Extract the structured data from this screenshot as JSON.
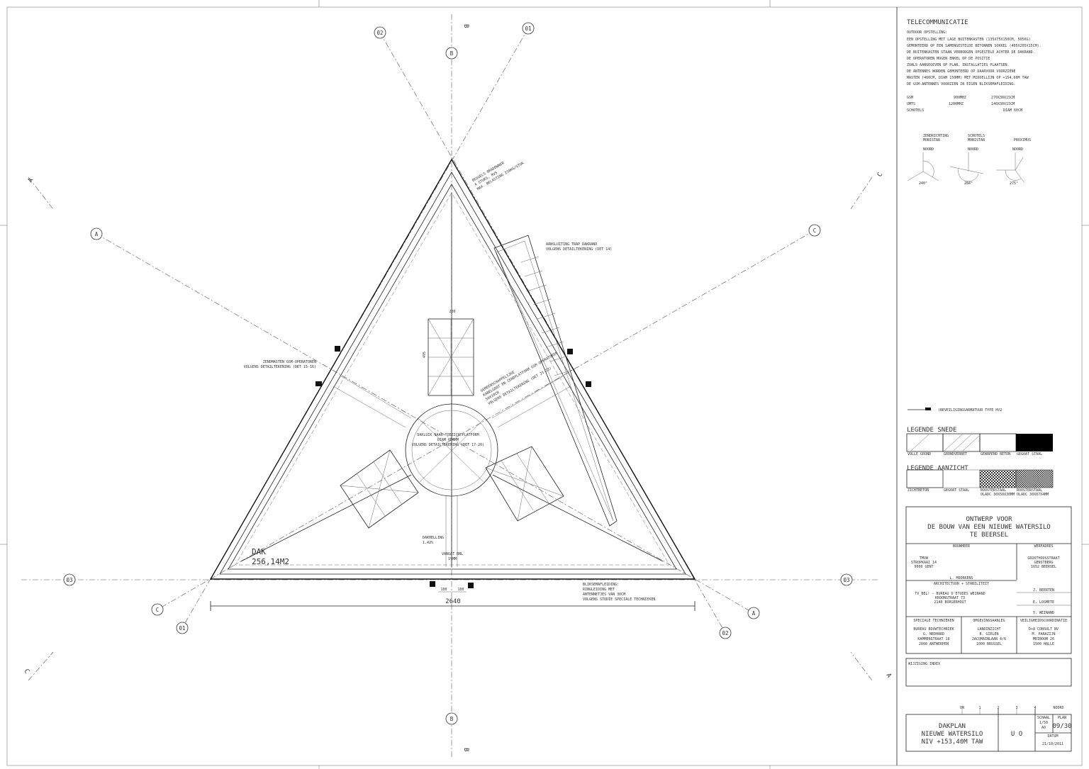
{
  "telecom": {
    "title": "TELECOMMUNICATIE",
    "lines": [
      "OUTDOOR OPSTELLING:",
      "EEN OPSTELLING MET LAGE BUITENKASTEN (135X75X150CM, 505KG)",
      "GEMONTEERD OP EEN SAMENGESTELDE BETONNEN SOKKEL (405X205X15CM).",
      "DE BUITENKASTEN STAAN VERBORGEN OPGESTELD ACHTER DE DAKRAND.",
      "DE OPERATOREN MOGEN ENKEL OP DE POSITIE",
      "ZOALS AANGEGEVEN OP PLAN, INSTALLATIES PLAATSEN.",
      "DE ANTENNES WORDEN GEMONTEERD OP DAARVOOR VOORZIENE",
      "MASTEN (460CM, DIAM 150MM) MET MIDDELLIJN OP +154,60M TAW",
      "DE GSM-ANTENNES VOORZIEN IN EIGEN BLIKSEMAFLEIDING."
    ],
    "specs": [
      {
        "name": "GSM",
        "freq": "900MHZ",
        "size": "270X30X15CM"
      },
      {
        "name": "UMTS",
        "freq": "1200MHZ",
        "size": "140X30X15CM"
      },
      {
        "name": "SCHOTELS",
        "freq": "",
        "size": "DIAM 60CM"
      }
    ]
  },
  "compass": [
    {
      "title1": "ZENDRICHTING",
      "title2": "MOBISTAR",
      "north": "NOORD",
      "angle": "240°"
    },
    {
      "title1": "SCHOTELS",
      "title2": "MOBISTAR",
      "north": "NOORD",
      "angle": "284°"
    },
    {
      "title1": "PROXIMUS",
      "title2": "",
      "north": "NOORD",
      "angle": "275°"
    }
  ],
  "fixture_label": "(BEVEILIGINGSARMATUUR TYPE HV2",
  "legend_snede": {
    "title": "LEGENDE SNEDE",
    "items": [
      "VOLLE GROND",
      "GRONDVERBET",
      "GEWAPEND BETON",
      "GEGOAT STAAL"
    ]
  },
  "legend_aanzicht": {
    "title": "LEGENDE AANZICHT",
    "items": [
      "ZICHTBETON",
      "GEGOAT STAAL",
      "ROOSTERSTAAL",
      "ROOSTERSTAAL"
    ],
    "sub": [
      "",
      "",
      "OLADC 30X50X30MM",
      "OLADC 30X87X4MM"
    ]
  },
  "project": {
    "title": [
      "ONTWERP VOOR",
      "DE BOUW VAN EEN NIEUWE WATERSILO",
      "TE BEERSEL"
    ],
    "bouwheer_label": "BOUWHEER",
    "bouwheer": [
      "TMVW",
      "STROPKAAI 14",
      "9000 GENT"
    ],
    "werfadres_label": "WERFADRES",
    "werfadres": [
      "GROOTHOOSSTRAAT",
      "GENSTBERG",
      "1652 BEERSEL"
    ],
    "architect_name": "L. MOORKENS",
    "architect_label": "ARCHITECTUUR + STABILITEIT",
    "architect": [
      "TV_BEL! - BUREAU D'ETUDES WEINAND",
      "KROONSTRAAT 73",
      "2140 BORGERHOUT"
    ],
    "signatories": [
      "J. BEERTEN",
      "E. LOSMETE",
      "Y. WEINAND"
    ],
    "col_labels": [
      "SPECIALE TECHNIEKEN",
      "OMGEVINGSAANLEG",
      "VEILIGHEIDSCOORDINATIE"
    ],
    "cols": [
      [
        "BUREAU BOUWTECHNIEK",
        "G. NEDHARD",
        "KAMMENSTRAAT 18",
        "2000 ANTWERPEN"
      ],
      [
        "LANDINZICHT",
        "B. GIELEN",
        "JACQMAINLAAN 4/6",
        "1000 BRUSSEL"
      ],
      [
        "D+A CONSULT NV",
        "M. PARAZIJN",
        "MEIBOOM 26",
        "1500 HALLE"
      ]
    ],
    "revision_label": "WIJZIGING INDEX",
    "rev_marks": [
      "ON",
      "1",
      "2",
      "3",
      "4"
    ],
    "north_label": "NOORD",
    "plan_title": [
      "DAKPLAN",
      "NIEUWE WATERSILO",
      "NIV +153,40M TAW"
    ],
    "phase": "U O",
    "scale_label": "SCHAAL",
    "scale": [
      "1/50",
      "A0"
    ],
    "plan_label": "PLAN",
    "plan_no": "09/30",
    "date_label": "DATUM",
    "date": "21/10/2011"
  },
  "drawing": {
    "axes": {
      "a1": "A",
      "a2": "A",
      "b1": "B",
      "b2": "B",
      "c1": "C",
      "c2": "C",
      "o1a": "01",
      "o1b": "01",
      "o2a": "02",
      "o2b": "02",
      "o3a": "03",
      "o3b": "03"
    },
    "section_marks": {
      "top": "B",
      "bottom": "B",
      "left": "A",
      "right": "C",
      "ll": "C",
      "lr": "A"
    },
    "area_label": "DAK",
    "area_value": "256,14M2",
    "overall_dim": "2640",
    "dim_small": [
      "100",
      "100"
    ],
    "dim_top": "200",
    "dim_side": "495",
    "notes": {
      "beugels": [
        "BEUGELS BRADOWNER",
        "4 STUKS, RVS",
        "MAX. BELASTING 250KG/STUK"
      ],
      "trap": [
        "AANSLUITING TRAP DAKRAND",
        "VOLGENS DETAILTEKENING (DET 14)"
      ],
      "zendmasten": [
        "ZENDMASTEN GSM-OPERATOREN",
        "VOLGENS DETAILTEKENING (DET 15-16)"
      ],
      "platform": [
        "GEMEENSCHAPPELIJKE",
        "KABELGOOT EN ZENDPLATFORM GSM-OPERATOREN",
        "50X10CM",
        "VOLGENS DETAILTEKENING (DET 21-23)"
      ],
      "dakluik": [
        "DAKLUIK NAAR TOEZICHTPLATFORM",
        "DIAM 600MM",
        "VOLGENS DETAILTEKENING (DET 17-20)"
      ],
      "helling": [
        "DAKHELLING",
        "1.42%"
      ],
      "vangst": [
        "VANGAT BNL",
        "1%MM"
      ],
      "bliksem": [
        "BLIKSEMAFLEIDING:",
        "RINGLEIDING MET",
        "ANTENNETJES VAN 30CM",
        "VOLGENS STUDIE SPECIALE TECHNIEKEN"
      ]
    }
  }
}
